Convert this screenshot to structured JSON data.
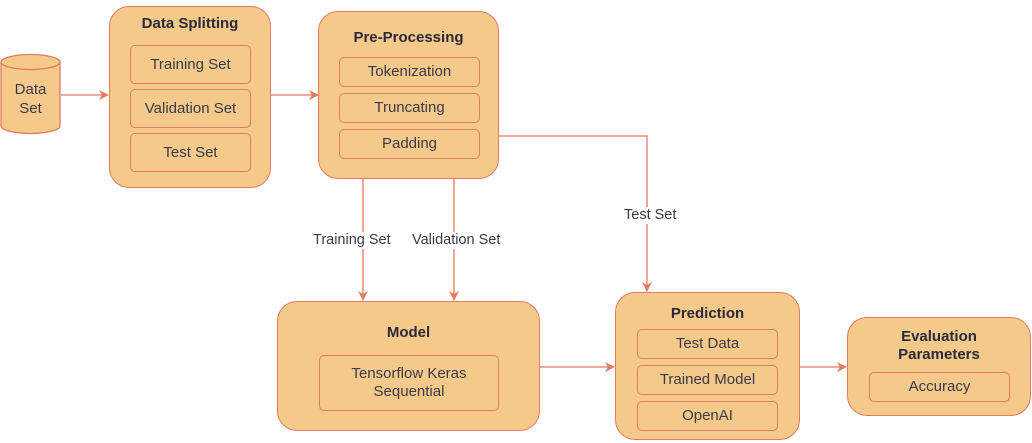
{
  "colors": {
    "fill": "#f5c98a",
    "stroke": "#e07c60",
    "text": "#333333"
  },
  "data_set": {
    "label_line1": "Data",
    "label_line2": "Set"
  },
  "data_splitting": {
    "title": "Data Splitting",
    "items": [
      "Training Set",
      "Validation Set",
      "Test Set"
    ]
  },
  "preprocessing": {
    "title": "Pre-Processing",
    "items": [
      "Tokenization",
      "Truncating",
      "Padding"
    ]
  },
  "model": {
    "title": "Model",
    "item_line1": "Tensorflow Keras",
    "item_line2": "Sequential"
  },
  "prediction": {
    "title": "Prediction",
    "items": [
      "Test Data",
      "Trained Model",
      "OpenAI"
    ]
  },
  "evaluation": {
    "title_line1": "Evaluation",
    "title_line2": "Parameters",
    "items": [
      "Accuracy"
    ]
  },
  "edge_labels": {
    "training_set": "Training Set",
    "validation_set": "Validation Set",
    "test_set": "Test Set"
  }
}
